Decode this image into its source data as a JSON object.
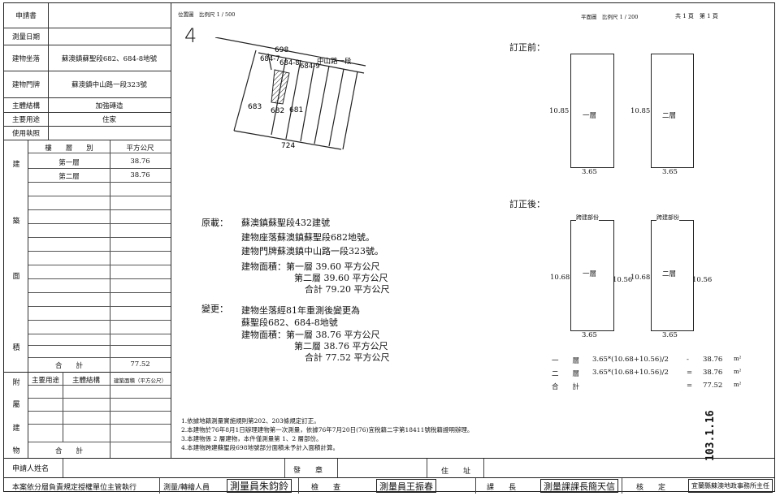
{
  "left_table": {
    "applicant_label": "申請書",
    "survey_date_label": "測量日期",
    "location_label": "建物坐落",
    "location_value": "蘇澳鎮蘇聖段682、684-8地號",
    "address_label": "建物門牌",
    "address_value": "蘇澳鎮中山路一段323號",
    "structure_label": "主體結構",
    "structure_value": "加強磚造",
    "usage_label": "主要用途",
    "usage_value": "住家",
    "license_label": "使用執照",
    "floor_header": "樓　　層　　別",
    "area_header": "平方公尺",
    "side_chars": [
      "建",
      "築",
      "面",
      "積"
    ],
    "rows": [
      {
        "floor": "第一層",
        "area": "38.76"
      },
      {
        "floor": "第二層",
        "area": "38.76"
      }
    ],
    "total_label": "合　　計",
    "total_value": "77.52",
    "annex_chars": [
      "附",
      "屬",
      "建",
      "物"
    ],
    "annex_col1": "主要用途",
    "annex_col2": "主體結構",
    "annex_col3": "建築面積（平方公尺）",
    "annex_total_label": "合　　計"
  },
  "header": {
    "location_scale": "位置圖　比例尺 1 / 500",
    "plan_scale": "平面圖　比例尺 1 / 200",
    "page_info": "共 1 頁　第 1 頁",
    "north_mark": "4"
  },
  "map": {
    "lots": [
      "698",
      "684-7",
      "684-8",
      "684-9",
      "683",
      "682",
      "681",
      "724"
    ],
    "road": "中山路一段"
  },
  "plans": {
    "before_label": "訂正前：",
    "after_label": "訂正後：",
    "before": [
      {
        "name": "一層",
        "height": "10.85",
        "width": "3.65"
      },
      {
        "name": "二層",
        "height": "10.85",
        "width": "3.65"
      }
    ],
    "after": [
      {
        "name": "一層",
        "top_label": "跨建部份",
        "left": "10.68",
        "right": "10.56",
        "width": "3.65"
      },
      {
        "name": "二層",
        "top_label": "跨建部份",
        "left": "10.68",
        "right": "10.56",
        "width": "3.65"
      }
    ],
    "calc": [
      {
        "label": "一　　層",
        "formula": "3.65*(10.68+10.56)/2",
        "op": "-",
        "value": "38.76",
        "unit": "m²"
      },
      {
        "label": "二　　層",
        "formula": "3.65*(10.68+10.56)/2",
        "op": "=",
        "value": "38.76",
        "unit": "m²"
      },
      {
        "label": "合　　計",
        "formula": "",
        "op": "=",
        "value": "77.52",
        "unit": "m²"
      }
    ]
  },
  "record": {
    "original_label": "原載：",
    "original_lines": [
      "蘇澳鎮蘇聖段432建號",
      "建物座落蘇澳鎮蘇聖段682地號。",
      "建物門牌蘇澳鎮中山路一段323號。",
      "建物面積：第一層 39.60 平方公尺",
      "第二層 39.60 平方公尺",
      "合計 79.20 平方公尺"
    ],
    "change_label": "變更：",
    "change_lines": [
      "建物坐落經81年重測後變更為",
      "蘇聖段682、684-8地號",
      "建物面積：第一層 38.76 平方公尺",
      "第二層 38.76 平方公尺",
      "合計 77.52 平方公尺"
    ]
  },
  "notes": [
    "1.依據地籍測量實施規則第202、203條規定訂正。",
    "2.本建物於76年8月1日辦理建物第一次測量，依據76年7月20日(76)宜稅籍二字第18411號稅籍證明辦理。",
    "3.本建物係 2 層建物，本件僅測量第 1、2 層部份。",
    "4.本建物跨建蘇聖段698地號部分面積未予計入面積計算。"
  ],
  "date_stamp": "103.1.16",
  "footer": {
    "applicant_name_label": "申請人姓名",
    "issue_label": "發　　章",
    "address_label": "住　　址",
    "footer_note": "本案依分層負責規定授權單位主管執行",
    "surveyor_label": "測量/轉繪人員",
    "surveyor_stamp": "測量員朱鈞鈴",
    "check_label": "檢　　查",
    "checker_stamp": "測量員王振春",
    "chief_label": "課　　長",
    "chief_stamp": "測量課課長簡天信",
    "approve_label": "核　　定",
    "approve_stamp": "宜蘭縣蘇澳地政事務所主任"
  }
}
